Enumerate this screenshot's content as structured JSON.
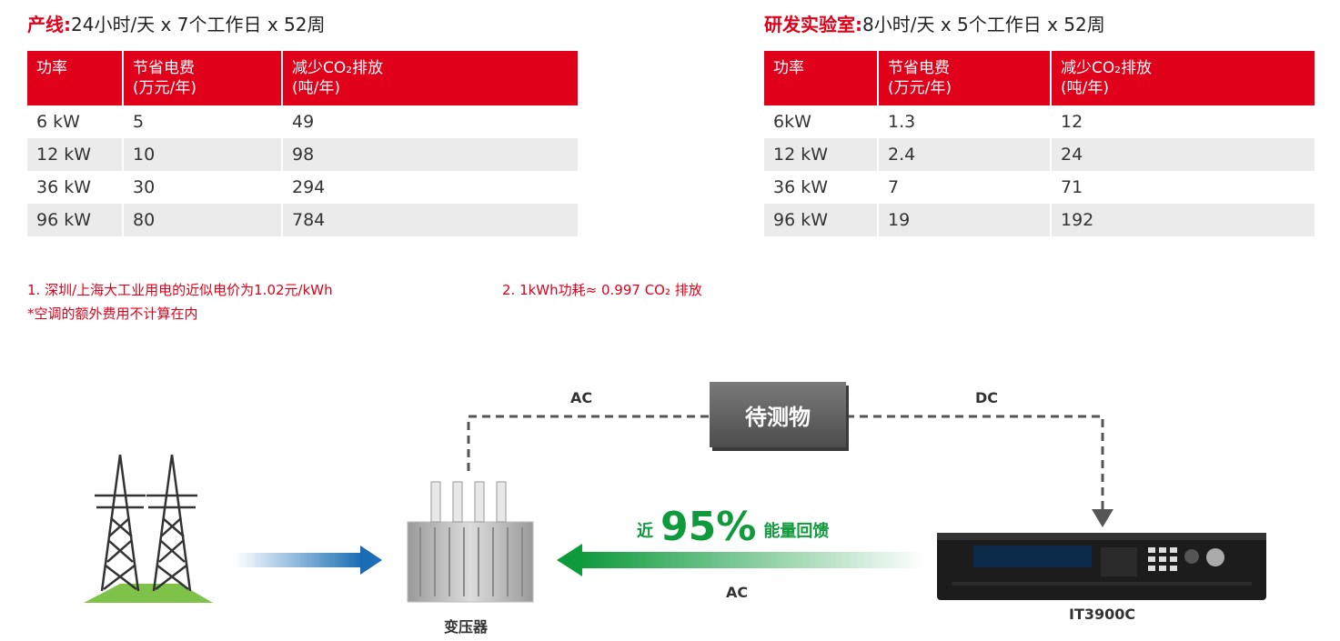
{
  "tables": [
    {
      "title_label": "产线:",
      "title_rest": "24小时/天 x 7个工作日 x 52周",
      "headers": [
        {
          "line1": "功率",
          "line2": ""
        },
        {
          "line1": "节省电费",
          "line2": "(万元/年)"
        },
        {
          "line1": "减少CO₂排放",
          "line2": "(吨/年)"
        }
      ],
      "rows": [
        [
          "6 kW",
          "5",
          "49"
        ],
        [
          "12 kW",
          "10",
          "98"
        ],
        [
          "36 kW",
          "30",
          "294"
        ],
        [
          "96 kW",
          "80",
          "784"
        ]
      ]
    },
    {
      "title_label": "研发实验室:",
      "title_rest": "8小时/天 x 5个工作日 x 52周",
      "headers": [
        {
          "line1": "功率",
          "line2": ""
        },
        {
          "line1": "节省电费",
          "line2": "(万元/年)"
        },
        {
          "line1": "减少CO₂排放",
          "line2": "(吨/年)"
        }
      ],
      "rows": [
        [
          "6kW",
          "1.3",
          "12"
        ],
        [
          "12 kW",
          "2.4",
          "24"
        ],
        [
          "36 kW",
          "7",
          "71"
        ],
        [
          "96 kW",
          "19",
          "192"
        ]
      ]
    }
  ],
  "notes": {
    "note1": "1. 深圳/上海大工业用电的近似电价为1.02元/kWh",
    "note2": "2. 1kWh功耗≈ 0.997 CO₂ 排放",
    "note3": "*空调的额外费用不计算在内"
  },
  "diagram": {
    "ac_top": "AC",
    "dc_top": "DC",
    "dut": "待测物",
    "prefix": "近",
    "percent": "95%",
    "suffix": "能量回馈",
    "ac_bottom": "AC",
    "transformer": "变压器",
    "instrument": "IT3900C"
  },
  "colors": {
    "accent_red": "#e1001a",
    "green": "#0f9a3c",
    "blue": "#1a6db5"
  }
}
